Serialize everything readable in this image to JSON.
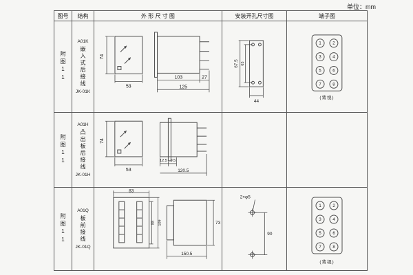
{
  "unit_label": "单位：mm",
  "headers": {
    "fig_no": "图号",
    "structure": "结构",
    "outline": "外 形 尺 寸 图",
    "mounting": "安装开孔尺寸图",
    "terminal": "端子图"
  },
  "rows": [
    {
      "fig_no": "附图11",
      "model": "A01K",
      "structure": "嵌入式后接线",
      "code": "JK-01K",
      "outline": {
        "height": "74",
        "width": "53",
        "body": "103",
        "pins": "27",
        "total": "125"
      },
      "mounting": {
        "height": "67.5",
        "hole_spacing": "65",
        "width": "44"
      },
      "terminal": {
        "numbers": [
          "1",
          "2",
          "3",
          "4",
          "5",
          "6",
          "7",
          "8"
        ],
        "note": "(背视)"
      }
    },
    {
      "fig_no": "附图11",
      "model": "A01H",
      "structure": "凸出板后接线",
      "code": "JK-01H",
      "outline": {
        "height": "74",
        "width": "53",
        "flange": "12.5",
        "offset": "9.5",
        "total": "120.5"
      }
    },
    {
      "fig_no": "附图11",
      "model": "A01Q",
      "structure": "板前接线",
      "code": "JK-01Q",
      "outline": {
        "width": "83",
        "inner_height": "88",
        "outer_height": "109",
        "depth": "150.5",
        "side_height": "73"
      },
      "mounting": {
        "holes": "2×φ5",
        "spacing": "90"
      },
      "terminal": {
        "numbers": [
          "1",
          "2",
          "3",
          "4",
          "5",
          "6",
          "7",
          "8"
        ],
        "note": "(背视)"
      }
    }
  ]
}
